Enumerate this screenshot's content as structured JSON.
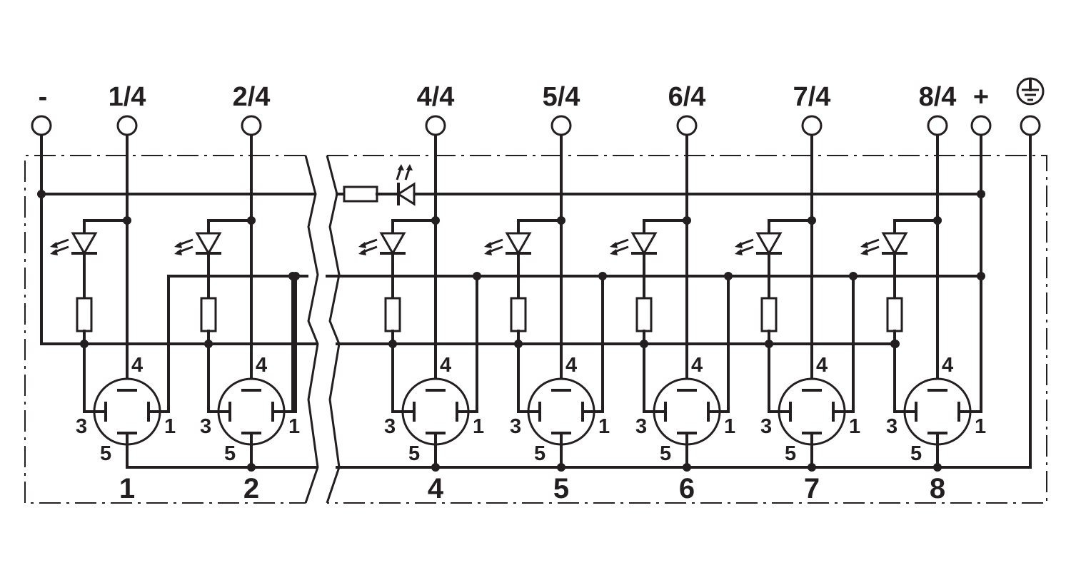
{
  "terminals": {
    "minus": "-",
    "plus": "+",
    "ground_icon": "protective-earth-icon",
    "signals": [
      "1/4",
      "2/4",
      "4/4",
      "5/4",
      "6/4",
      "7/4",
      "8/4"
    ]
  },
  "connectors": [
    {
      "number": "1",
      "pins": {
        "p1": "1",
        "p3": "3",
        "p4": "4",
        "p5": "5"
      }
    },
    {
      "number": "2",
      "pins": {
        "p1": "1",
        "p3": "3",
        "p4": "4",
        "p5": "5"
      }
    },
    {
      "number": "4",
      "pins": {
        "p1": "1",
        "p3": "3",
        "p4": "4",
        "p5": "5"
      }
    },
    {
      "number": "5",
      "pins": {
        "p1": "1",
        "p3": "3",
        "p4": "4",
        "p5": "5"
      }
    },
    {
      "number": "6",
      "pins": {
        "p1": "1",
        "p3": "3",
        "p4": "4",
        "p5": "5"
      }
    },
    {
      "number": "7",
      "pins": {
        "p1": "1",
        "p3": "3",
        "p4": "4",
        "p5": "5"
      }
    },
    {
      "number": "8",
      "pins": {
        "p1": "1",
        "p3": "3",
        "p4": "4",
        "p5": "5"
      }
    }
  ]
}
